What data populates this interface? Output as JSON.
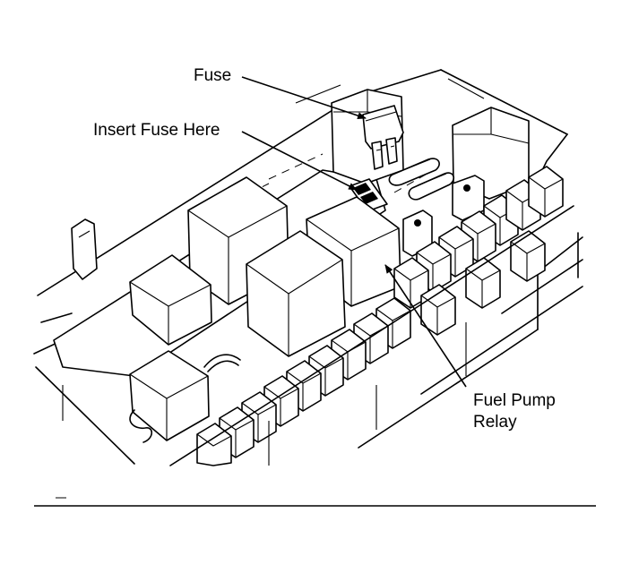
{
  "labels": {
    "fuse": "Fuse",
    "insert_fuse_here": "Insert Fuse Here",
    "fuel_pump_relay_line1": "Fuel Pump",
    "fuel_pump_relay_line2": "Relay"
  },
  "colors": {
    "ink": "#000000",
    "paper": "#ffffff"
  }
}
